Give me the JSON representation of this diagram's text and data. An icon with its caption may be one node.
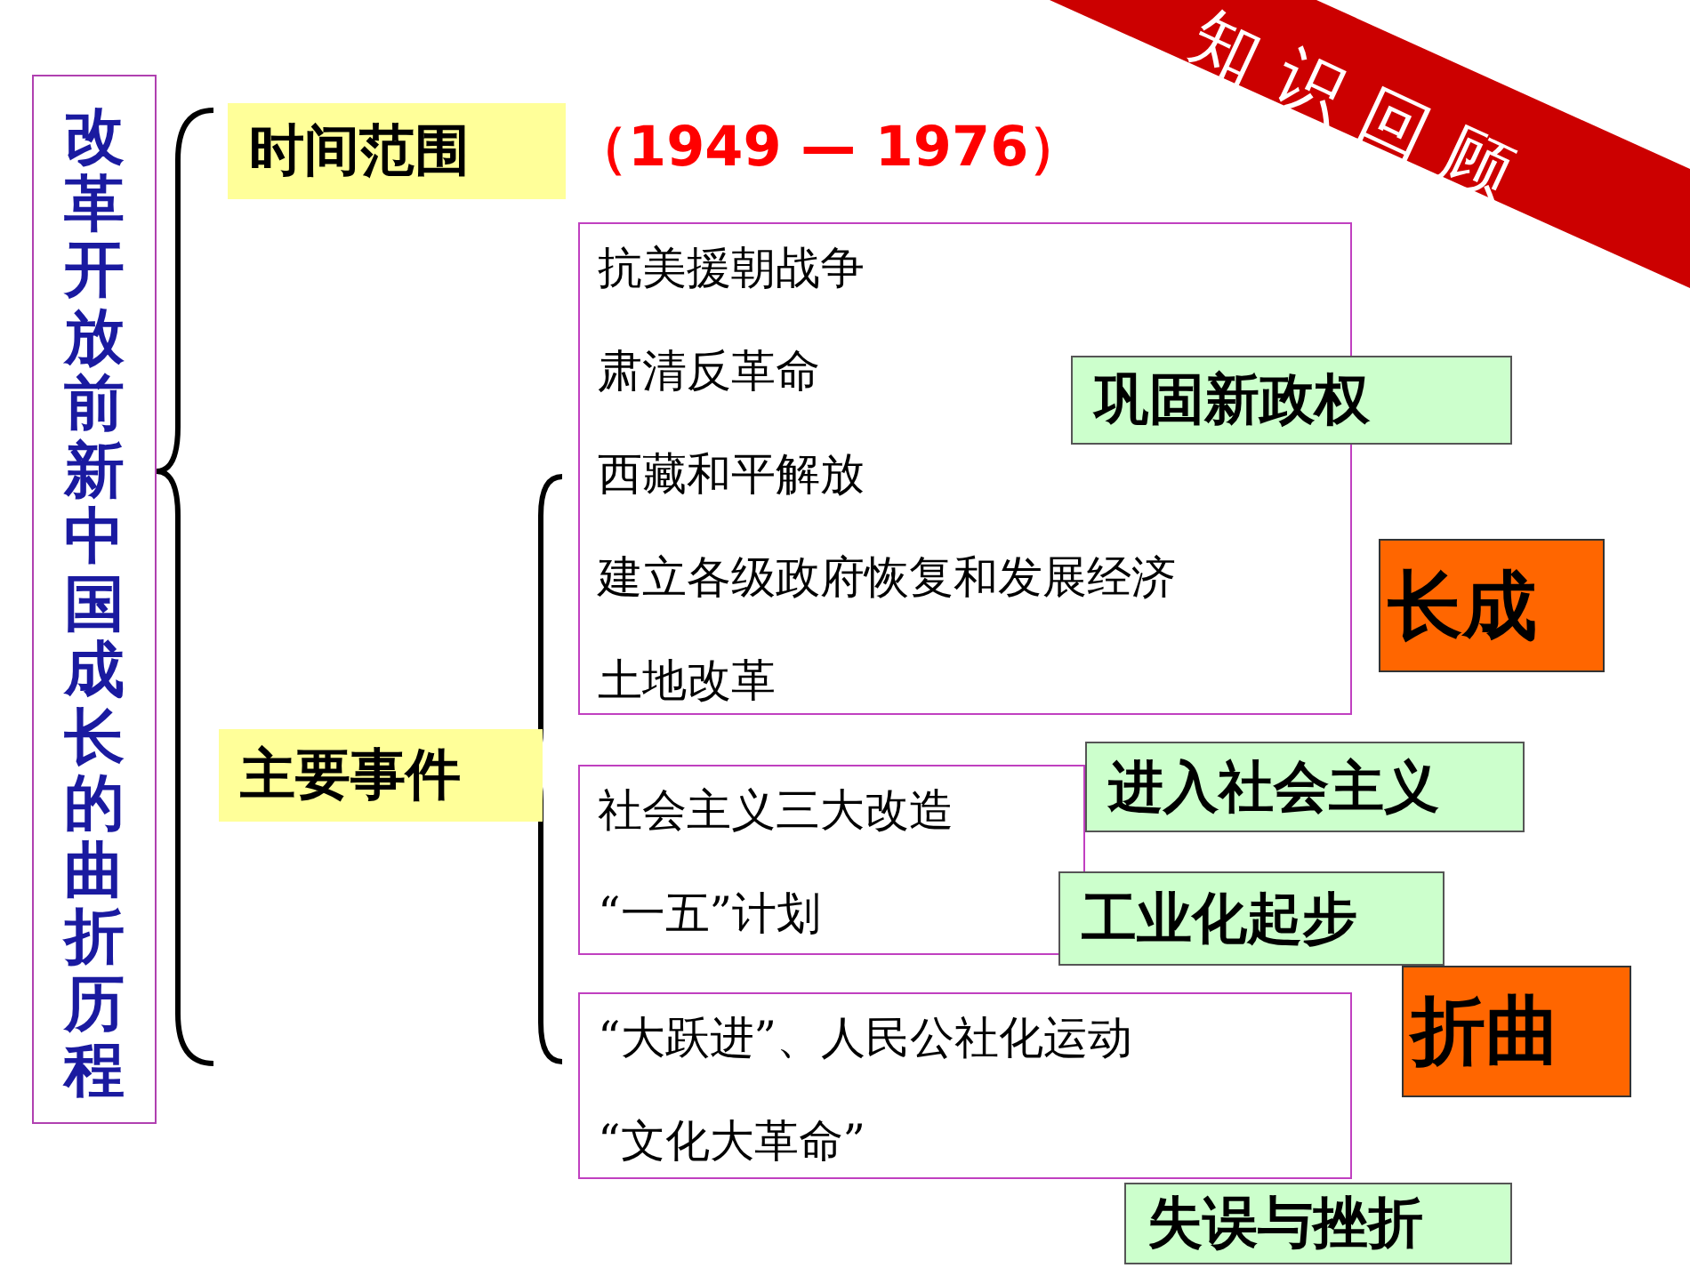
{
  "diagram": {
    "nodes": [
      {
        "text": [
          "改革开放前新中国成长的曲折历程"
        ]
      },
      {
        "text": [
          "时间范围"
        ]
      },
      {
        "text": [
          "知识回顾"
        ]
      },
      {
        "text": [
          "抗美援朝战争",
          "肃清反革命",
          "西藏和平解放",
          "建立各级政府恢复和发展经济",
          "土地改革"
        ]
      },
      {
        "text": [
          "巩固新政权"
        ]
      },
      {
        "text": [
          "长成"
        ]
      },
      {
        "text": [
          "主要事件"
        ]
      },
      {
        "text": [
          "社会主义三大改造",
          "“一五”计划"
        ]
      },
      {
        "text": [
          "进入社会主义"
        ]
      },
      {
        "text": [
          "工业化起步"
        ]
      },
      {
        "text": [
          "“大跃进”、人民公社化运动",
          "“文化大革命”"
        ]
      },
      {
        "text": [
          "折曲"
        ]
      },
      {
        "text": [
          "失误与挫折"
        ]
      }
    ],
    "edges": [],
    "labels": [
      "（1949 — 1976）"
    ]
  }
}
